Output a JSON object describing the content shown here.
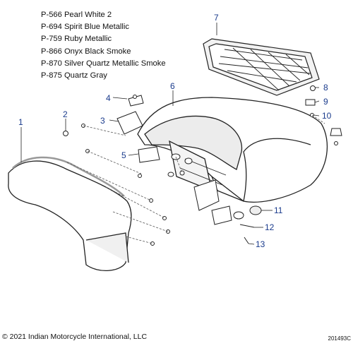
{
  "color_codes": [
    "P-566 Pearl White 2",
    "P-694 Spirit Blue Metallic",
    "P-759 Ruby Metallic",
    "P-866 Onyx Black Smoke",
    "P-870 Silver Quartz Metallic Smoke",
    "P-875 Quartz Gray"
  ],
  "callouts": [
    "1",
    "2",
    "3",
    "4",
    "5",
    "6",
    "7",
    "8",
    "9",
    "10",
    "11",
    "12",
    "13"
  ],
  "copyright": "© 2021 Indian Motorcycle International, LLC",
  "drawing_id": "201493C",
  "colors": {
    "callout": "#1a3b8c",
    "line": "#222222",
    "fill": "#ffffff",
    "shade": "#e9e9e9"
  }
}
